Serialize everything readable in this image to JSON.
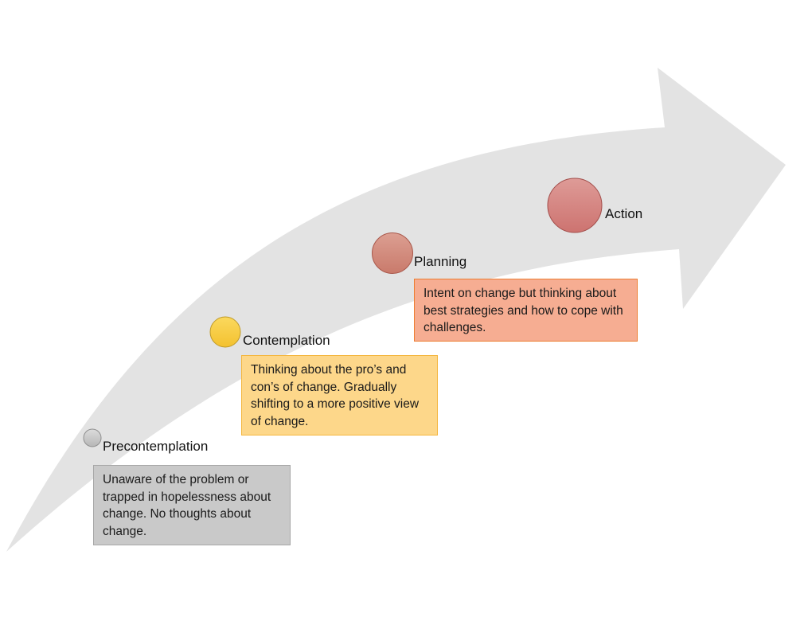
{
  "stages": [
    {
      "key": "precontemplation",
      "label": "Precontemplation",
      "description": "Unaware of the problem or trapped in hopelessness about change. No thoughts about change.",
      "circle_color": "#c8c8c8",
      "box_fill": "#c9c9c9",
      "box_border": "#a6a6a6"
    },
    {
      "key": "contemplation",
      "label": "Contemplation",
      "description": "Thinking about the pro’s and con’s of change. Gradually shifting to a more positive view of change.",
      "circle_color": "#f8cf4a",
      "box_fill": "#fdd78a",
      "box_border": "#f4b63f"
    },
    {
      "key": "planning",
      "label": "Planning",
      "description": "Intent on change but thinking about best strategies and how to cope with challenges.",
      "circle_color": "#d69486",
      "box_fill": "#f6ad92",
      "box_border": "#ed7d31"
    },
    {
      "key": "action",
      "label": "Action",
      "circle_color": "#d88a87"
    }
  ],
  "arrow_color": "#e3e3e3"
}
